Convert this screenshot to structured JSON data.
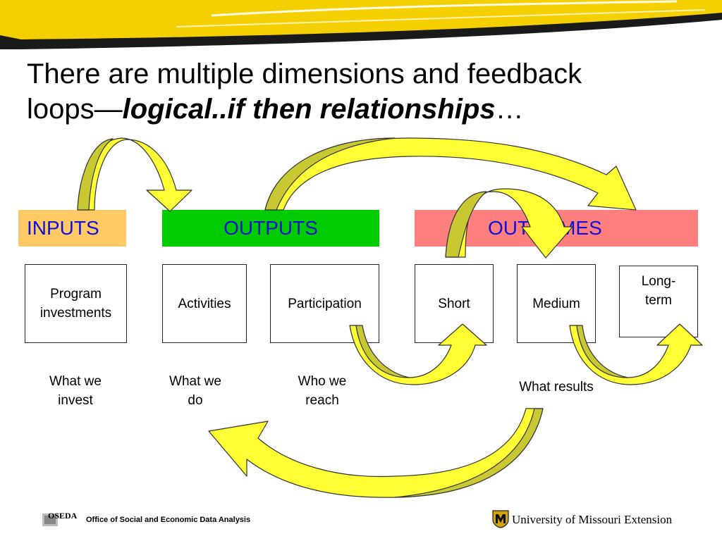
{
  "colors": {
    "inputs_bg": "#ffc966",
    "outputs_bg": "#00cc00",
    "outcomes_bg": "#ff7f7f",
    "band_text": "#1010d8",
    "arrow_fill": "#ffff33",
    "arrow_shade": "#c8c832",
    "accent_yellow": "#f5d000"
  },
  "title": {
    "line1": "There are multiple dimensions and feedback",
    "line2_prefix": "loops—",
    "line2_emphasis": "logical..if then relationships",
    "line2_suffix": "…"
  },
  "bands": {
    "inputs": "INPUTS",
    "outputs": "OUTPUTS",
    "outcomes": "OUTCOMES"
  },
  "boxes": {
    "program_investments": "Program investments",
    "activities": "Activities",
    "participation": "Participation",
    "short": "Short",
    "medium": "Medium",
    "long_term": "Long-term"
  },
  "captions": {
    "what_we_invest": "What we invest",
    "what_we_do": "What we do",
    "who_we_reach": "Who we reach",
    "what_results": "What results"
  },
  "footer": {
    "oseda_logo": "OSEDA",
    "oseda_name": "Office of Social and Economic Data Analysis",
    "university": "University of Missouri Extension"
  },
  "icons": {
    "feedback_arrows": "curved-arrow-icon",
    "university_logo": "mu-shield-icon"
  }
}
